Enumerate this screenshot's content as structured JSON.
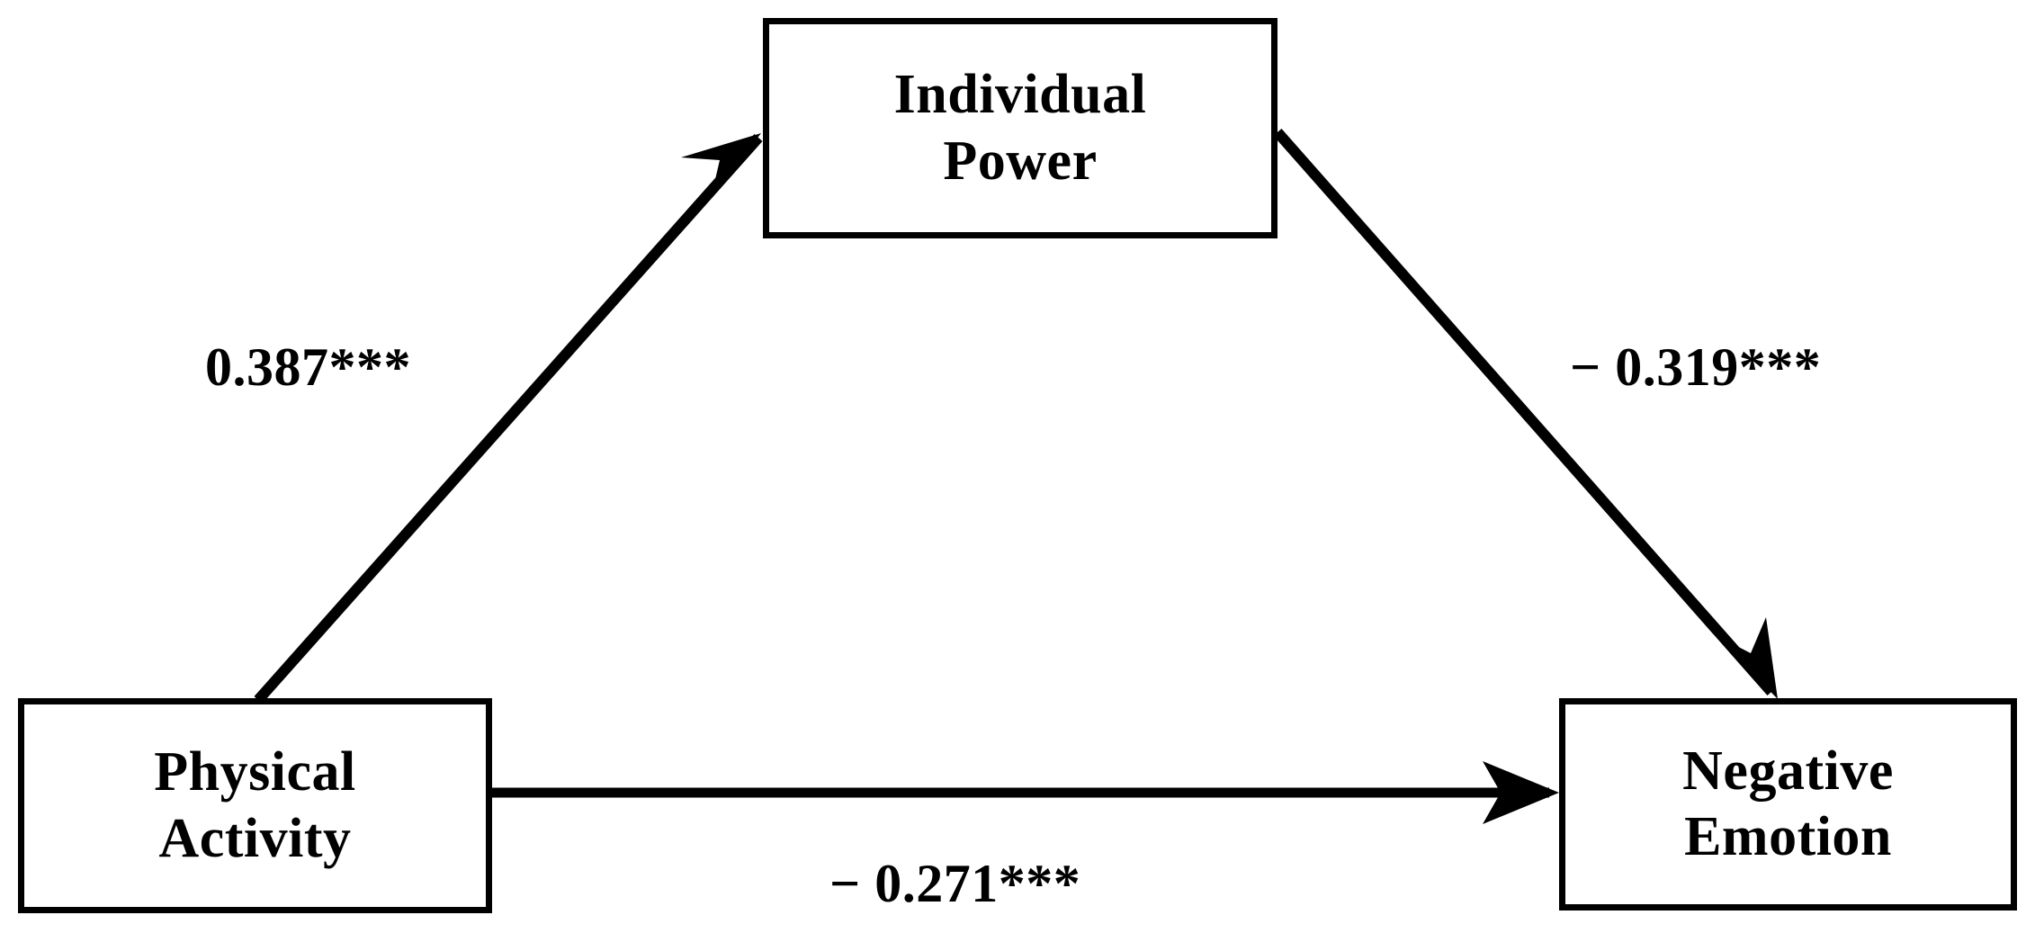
{
  "diagram": {
    "type": "mediation-path-diagram",
    "background_color": "#ffffff",
    "line_color": "#000000",
    "nodes": [
      {
        "id": "individual-power",
        "lines": [
          "Individual",
          "Power"
        ],
        "role": "mediator"
      },
      {
        "id": "physical-activity",
        "lines": [
          "Physical",
          "Activity"
        ],
        "role": "predictor"
      },
      {
        "id": "negative-emotion",
        "lines": [
          "Negative",
          "Emotion"
        ],
        "role": "outcome"
      }
    ],
    "edges": [
      {
        "id": "a-path",
        "from": "physical-activity",
        "to": "individual-power",
        "label": "0.387***",
        "coefficient": 0.387,
        "significance": "***"
      },
      {
        "id": "b-path",
        "from": "individual-power",
        "to": "negative-emotion",
        "label": "− 0.319***",
        "coefficient": -0.319,
        "significance": "***"
      },
      {
        "id": "c-path",
        "from": "physical-activity",
        "to": "negative-emotion",
        "label": "− 0.271***",
        "coefficient": -0.271,
        "significance": "***"
      }
    ]
  }
}
